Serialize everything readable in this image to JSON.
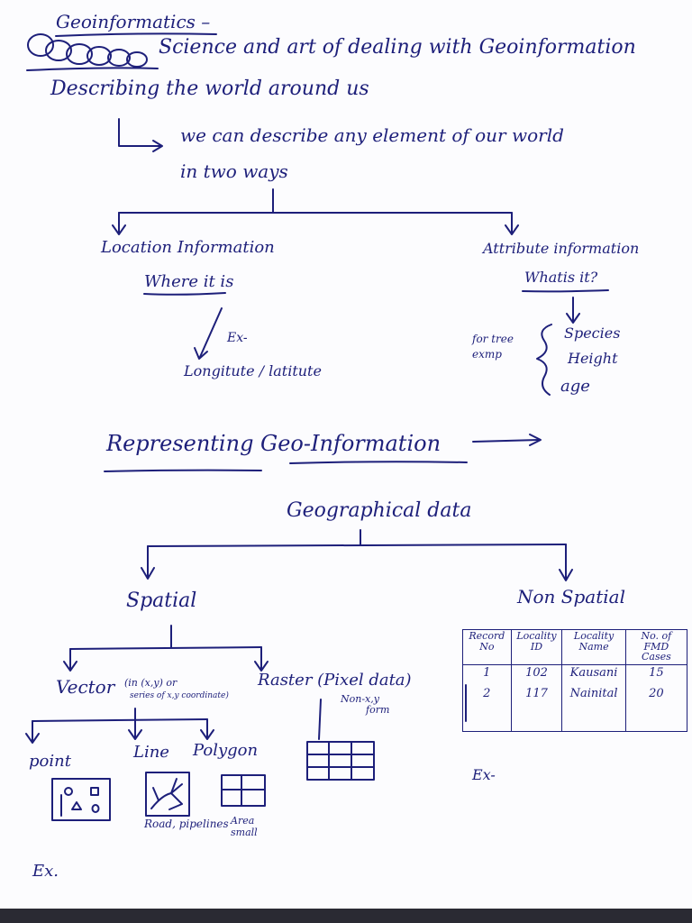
{
  "heading": {
    "title": "Geoinformatics –",
    "definition": "Science and art of dealing with Geoinformation"
  },
  "describing": {
    "title": "Describing the world around us",
    "note_line1": "we can describe any element of our world",
    "note_line2": "in two ways"
  },
  "location_info": {
    "title": "Location Information",
    "question": "Where it is",
    "example_tag": "Ex-",
    "example": "Longitute / latitute"
  },
  "attribute_info": {
    "title": "Attribute information",
    "question": "Whatis it?",
    "example_tag": "for tree exmp",
    "items": [
      "Species",
      "Height",
      "age"
    ]
  },
  "representing": {
    "title": "Representing Geo-Information"
  },
  "geo_data": {
    "title": "Geographical data",
    "spatial": "Spatial",
    "non_spatial": "Non Spatial"
  },
  "vector": {
    "label": "Vector",
    "note_line1": "(in (x,y) or",
    "note_line2": "series of x,y coordinate)",
    "types": {
      "point": "point",
      "line": "Line",
      "polygon": "Polygon"
    },
    "line_example": "Road, pipelines",
    "polygon_example": "Area small"
  },
  "raster": {
    "label": "Raster (Pixel data)",
    "note_line1": "Non-x,y",
    "note_line2": "form"
  },
  "table": {
    "headers": [
      "Record No",
      "Locality ID",
      "Locality Name",
      "No. of FMD Cases"
    ],
    "rows": [
      [
        "1",
        "102",
        "Kausani",
        "15"
      ],
      [
        "2",
        "117",
        "Nainital",
        "20"
      ]
    ],
    "example_tag": "Ex-"
  },
  "footer": {
    "example_tag": "Ex."
  },
  "colors": {
    "ink": "#1d1f7a",
    "paper": "#fcfcfe"
  }
}
